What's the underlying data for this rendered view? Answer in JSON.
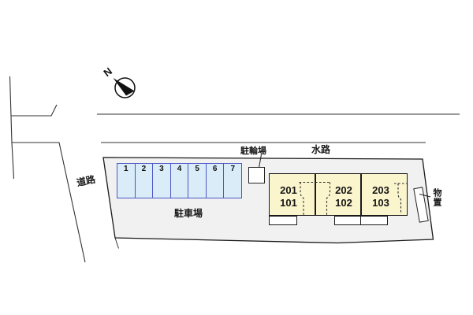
{
  "title": "site-plan",
  "compass": {
    "north_label": "N"
  },
  "labels": {
    "road": "道路",
    "parking_lot": "駐車場",
    "bicycle_parking": "駐輪場",
    "waterway": "水路",
    "storage": "物置"
  },
  "parking": {
    "stalls": [
      "1",
      "2",
      "3",
      "4",
      "5",
      "6",
      "7"
    ]
  },
  "building": {
    "units": [
      {
        "upper": "201",
        "lower": "101"
      },
      {
        "upper": "202",
        "lower": "102"
      },
      {
        "upper": "203",
        "lower": "103"
      }
    ]
  },
  "colors": {
    "site_fill": "#f1f1f2",
    "stall_fill": "#d9ecf8",
    "stall_border": "#4e57c6",
    "building_fill": "#fbf5cd",
    "line": "#1a1a1a"
  }
}
